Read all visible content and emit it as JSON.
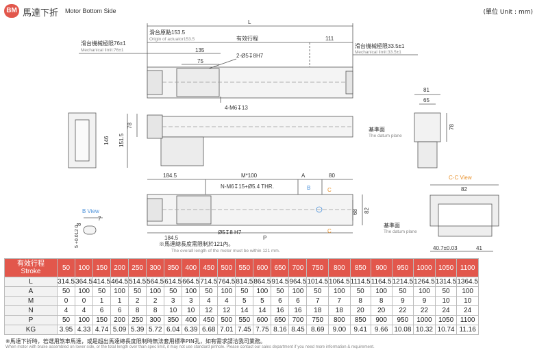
{
  "header": {
    "badge": "BM",
    "title_cn": "馬達下折",
    "title_en": "Motor Bottom Side",
    "unit": "(單位 Unit : mm)"
  },
  "drawing": {
    "L": "L",
    "origin_cn": "滑台原點153.5",
    "origin_en": "Origin of actuator153.5",
    "effective_stroke": "有效行程",
    "d111": "111",
    "mech_left_cn": "滑台機械極限76±1",
    "mech_left_en": "Mechanical limit:76±1",
    "mech_right_cn": "滑台機械極限33.5±1",
    "mech_right_en": "Mechanical limit:33.5±1",
    "d135": "135",
    "d75": "75",
    "hole_2": "2-Ø5↧8H7",
    "hole_4": "4-M6↧13",
    "d78_side": "78",
    "d146": "146",
    "d151_5": "151.5",
    "d81": "81",
    "d65": "65",
    "d78_end": "78",
    "datum_cn": "基準面",
    "datum_en": "The datum plane",
    "d184_5_top": "184.5",
    "m100": "M*100",
    "a_label": "A",
    "d80": "80",
    "n_thread": "N-M6↧15+Ø5.4 THR.",
    "b_mark": "B",
    "c_mark_top": "C",
    "c_mark_bottom": "C",
    "d68": "68",
    "d82_side": "82",
    "d184_5_bottom": "184.5",
    "p_label": "P",
    "hole_5_8": "Ø5↧8 H7",
    "motor_note_cn": "※馬達總長度需限制於121內。",
    "motor_note_en": "The overall length of the motor must be within 121 mm.",
    "b_view": "B View",
    "bv_8": "8",
    "bv_7": "7",
    "bv_5": "5 +0.012 0",
    "cc_view": "C-C View",
    "d82_cc": "82",
    "datum_cc_cn": "基準面",
    "datum_cc_en": "The datum plane",
    "d40_7": "40.7±0.03",
    "d41": "41"
  },
  "table": {
    "stroke_header_cn": "有效行程",
    "stroke_header_en": "Stroke",
    "strokes": [
      "50",
      "100",
      "150",
      "200",
      "250",
      "300",
      "350",
      "400",
      "450",
      "500",
      "550",
      "600",
      "650",
      "700",
      "750",
      "800",
      "850",
      "900",
      "950",
      "1000",
      "1050",
      "1100"
    ],
    "rows": [
      {
        "label": "L",
        "values": [
          "314.5",
          "364.5",
          "414.5",
          "464.5",
          "514.5",
          "564.5",
          "614.5",
          "664.5",
          "714.5",
          "764.5",
          "814.5",
          "864.5",
          "914.5",
          "964.5",
          "1014.5",
          "1064.5",
          "1114.5",
          "1164.5",
          "1214.5",
          "1264.5",
          "1314.5",
          "1364.5"
        ]
      },
      {
        "label": "A",
        "values": [
          "50",
          "100",
          "50",
          "100",
          "50",
          "100",
          "50",
          "100",
          "50",
          "100",
          "50",
          "100",
          "50",
          "100",
          "50",
          "100",
          "50",
          "100",
          "50",
          "100",
          "50",
          "100"
        ]
      },
      {
        "label": "M",
        "values": [
          "0",
          "0",
          "1",
          "1",
          "2",
          "2",
          "3",
          "3",
          "4",
          "4",
          "5",
          "5",
          "6",
          "6",
          "7",
          "7",
          "8",
          "8",
          "9",
          "9",
          "10",
          "10"
        ]
      },
      {
        "label": "N",
        "values": [
          "4",
          "4",
          "6",
          "6",
          "8",
          "8",
          "10",
          "10",
          "12",
          "12",
          "14",
          "14",
          "16",
          "16",
          "18",
          "18",
          "20",
          "20",
          "22",
          "22",
          "24",
          "24"
        ]
      },
      {
        "label": "P",
        "values": [
          "50",
          "100",
          "150",
          "200",
          "250",
          "300",
          "350",
          "400",
          "450",
          "500",
          "550",
          "600",
          "650",
          "700",
          "750",
          "800",
          "850",
          "900",
          "950",
          "1000",
          "1050",
          "1100"
        ]
      },
      {
        "label": "KG",
        "values": [
          "3.95",
          "4.33",
          "4.74",
          "5.09",
          "5.39",
          "5.72",
          "6.04",
          "6.39",
          "6.68",
          "7.01",
          "7.45",
          "7.75",
          "8.16",
          "8.45",
          "8.69",
          "9.00",
          "9.41",
          "9.66",
          "10.08",
          "10.32",
          "10.74",
          "11.16"
        ]
      }
    ]
  },
  "notes": {
    "cn": "※馬達下折時，若選用煞車馬達，或是超出馬達總長度限制時無法套用標準PIN孔，如有需求請洽我司業務。",
    "en": "When motor with brake assembled on lower side, or the total length over than spec limit, it may not use standard pinhole. Please contact our sales department if you need more information & requirement."
  },
  "colors": {
    "accent": "#e2574c",
    "view_label": "#4a90d9",
    "c_mark": "#e8902a"
  }
}
